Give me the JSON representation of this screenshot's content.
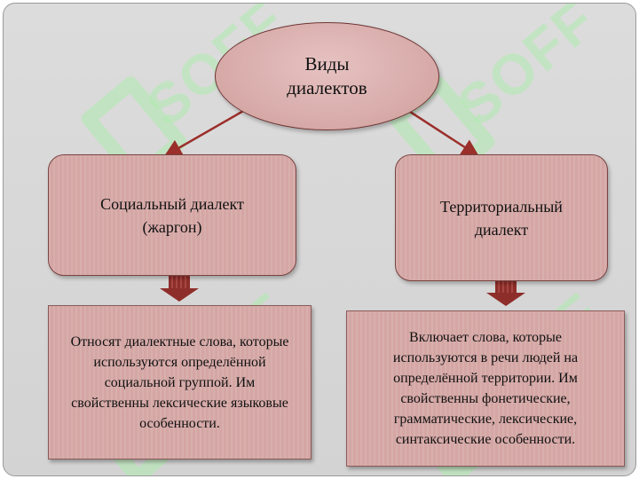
{
  "diagram": {
    "root": {
      "label_line1": "Виды",
      "label_line2": "диалектов"
    },
    "left_branch": {
      "title_line1": "Социальный диалект",
      "title_line2": "(жаргон)",
      "description_lines": [
        "Относят диалектные слова, которые",
        "используются определённой",
        "социальной группой. Им",
        "свойственны лексические языковые",
        "особенности."
      ]
    },
    "right_branch": {
      "title_line1": "Территориальный",
      "title_line2": "диалект",
      "description_lines": [
        "Включает слова, которые",
        "используются в речи людей на",
        "определённой территории. Им",
        "свойственны фонетические,",
        "грамматические, лексические,",
        "синтаксические особенности."
      ]
    },
    "watermark_text": "SOFF"
  },
  "colors": {
    "shape_fill": "#d4a6a4",
    "shape_border": "#6e3634",
    "arrow": "#9b2f2a",
    "background": "#d6d6d6",
    "watermark": "#afebaf"
  }
}
